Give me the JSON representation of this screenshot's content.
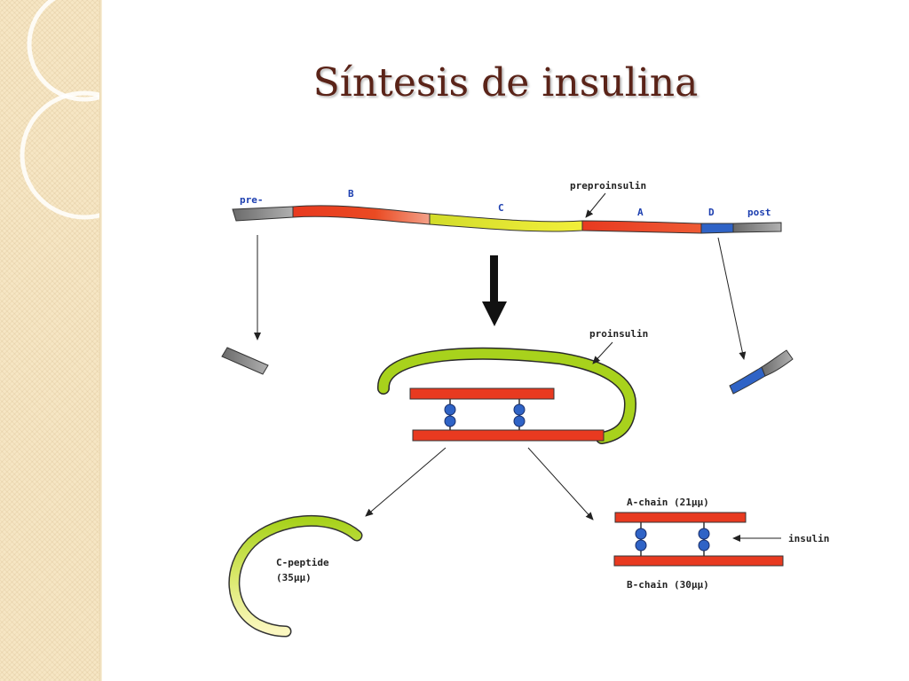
{
  "slide": {
    "title": "Síntesis de insulina"
  },
  "diagram": {
    "preproinsulin_labels": {
      "pre": "pre-",
      "b": "B",
      "c": "C",
      "a": "A",
      "d": "D",
      "post": "post",
      "name": "preproinsulin"
    },
    "proinsulin_label": "proinsulin",
    "c_peptide": {
      "line1": "C-peptide",
      "line2": "(35μμ)"
    },
    "insulin": {
      "a_chain": "A-chain (21μμ)",
      "b_chain": "B-chain (30μμ)",
      "label": "insulin"
    },
    "colors": {
      "red": "#e83a20",
      "yellow": "#e6e42a",
      "green": "#a8d21c",
      "gray": "#7a7a7a",
      "blue": "#2f63c6",
      "title": "#5a2318"
    }
  }
}
